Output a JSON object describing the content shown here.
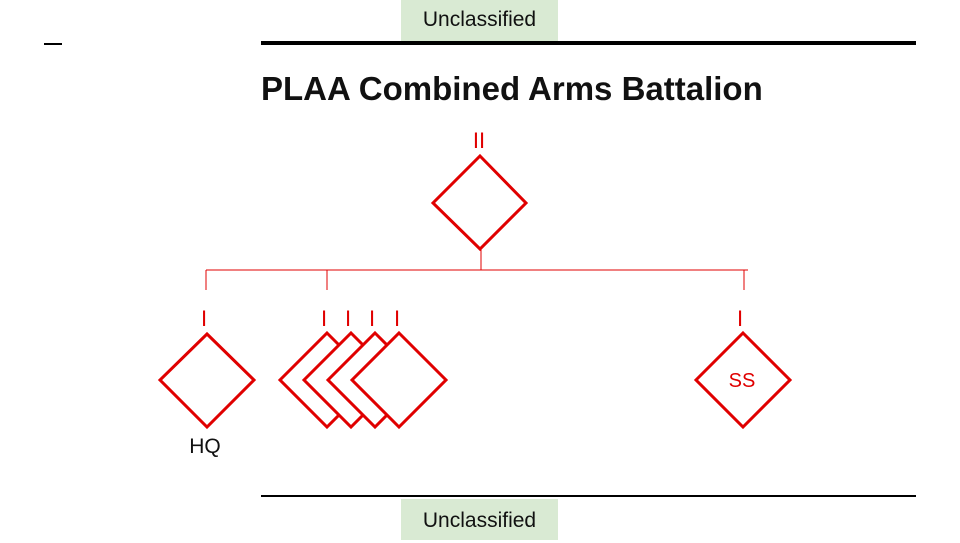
{
  "classification": {
    "top": "Unclassified",
    "bottom": "Unclassified"
  },
  "title": "PLAA Combined Arms Battalion",
  "org_chart": {
    "symbol_color": "#e00000",
    "banner_color": "#d9ead3",
    "headquarters": {
      "echelon": "II"
    },
    "subunits": [
      {
        "echelon": "I",
        "label": "HQ",
        "count": 1
      },
      {
        "echelon": "I",
        "label": "",
        "count": 4
      },
      {
        "echelon": "I",
        "label": "SS",
        "count": 1
      }
    ]
  }
}
